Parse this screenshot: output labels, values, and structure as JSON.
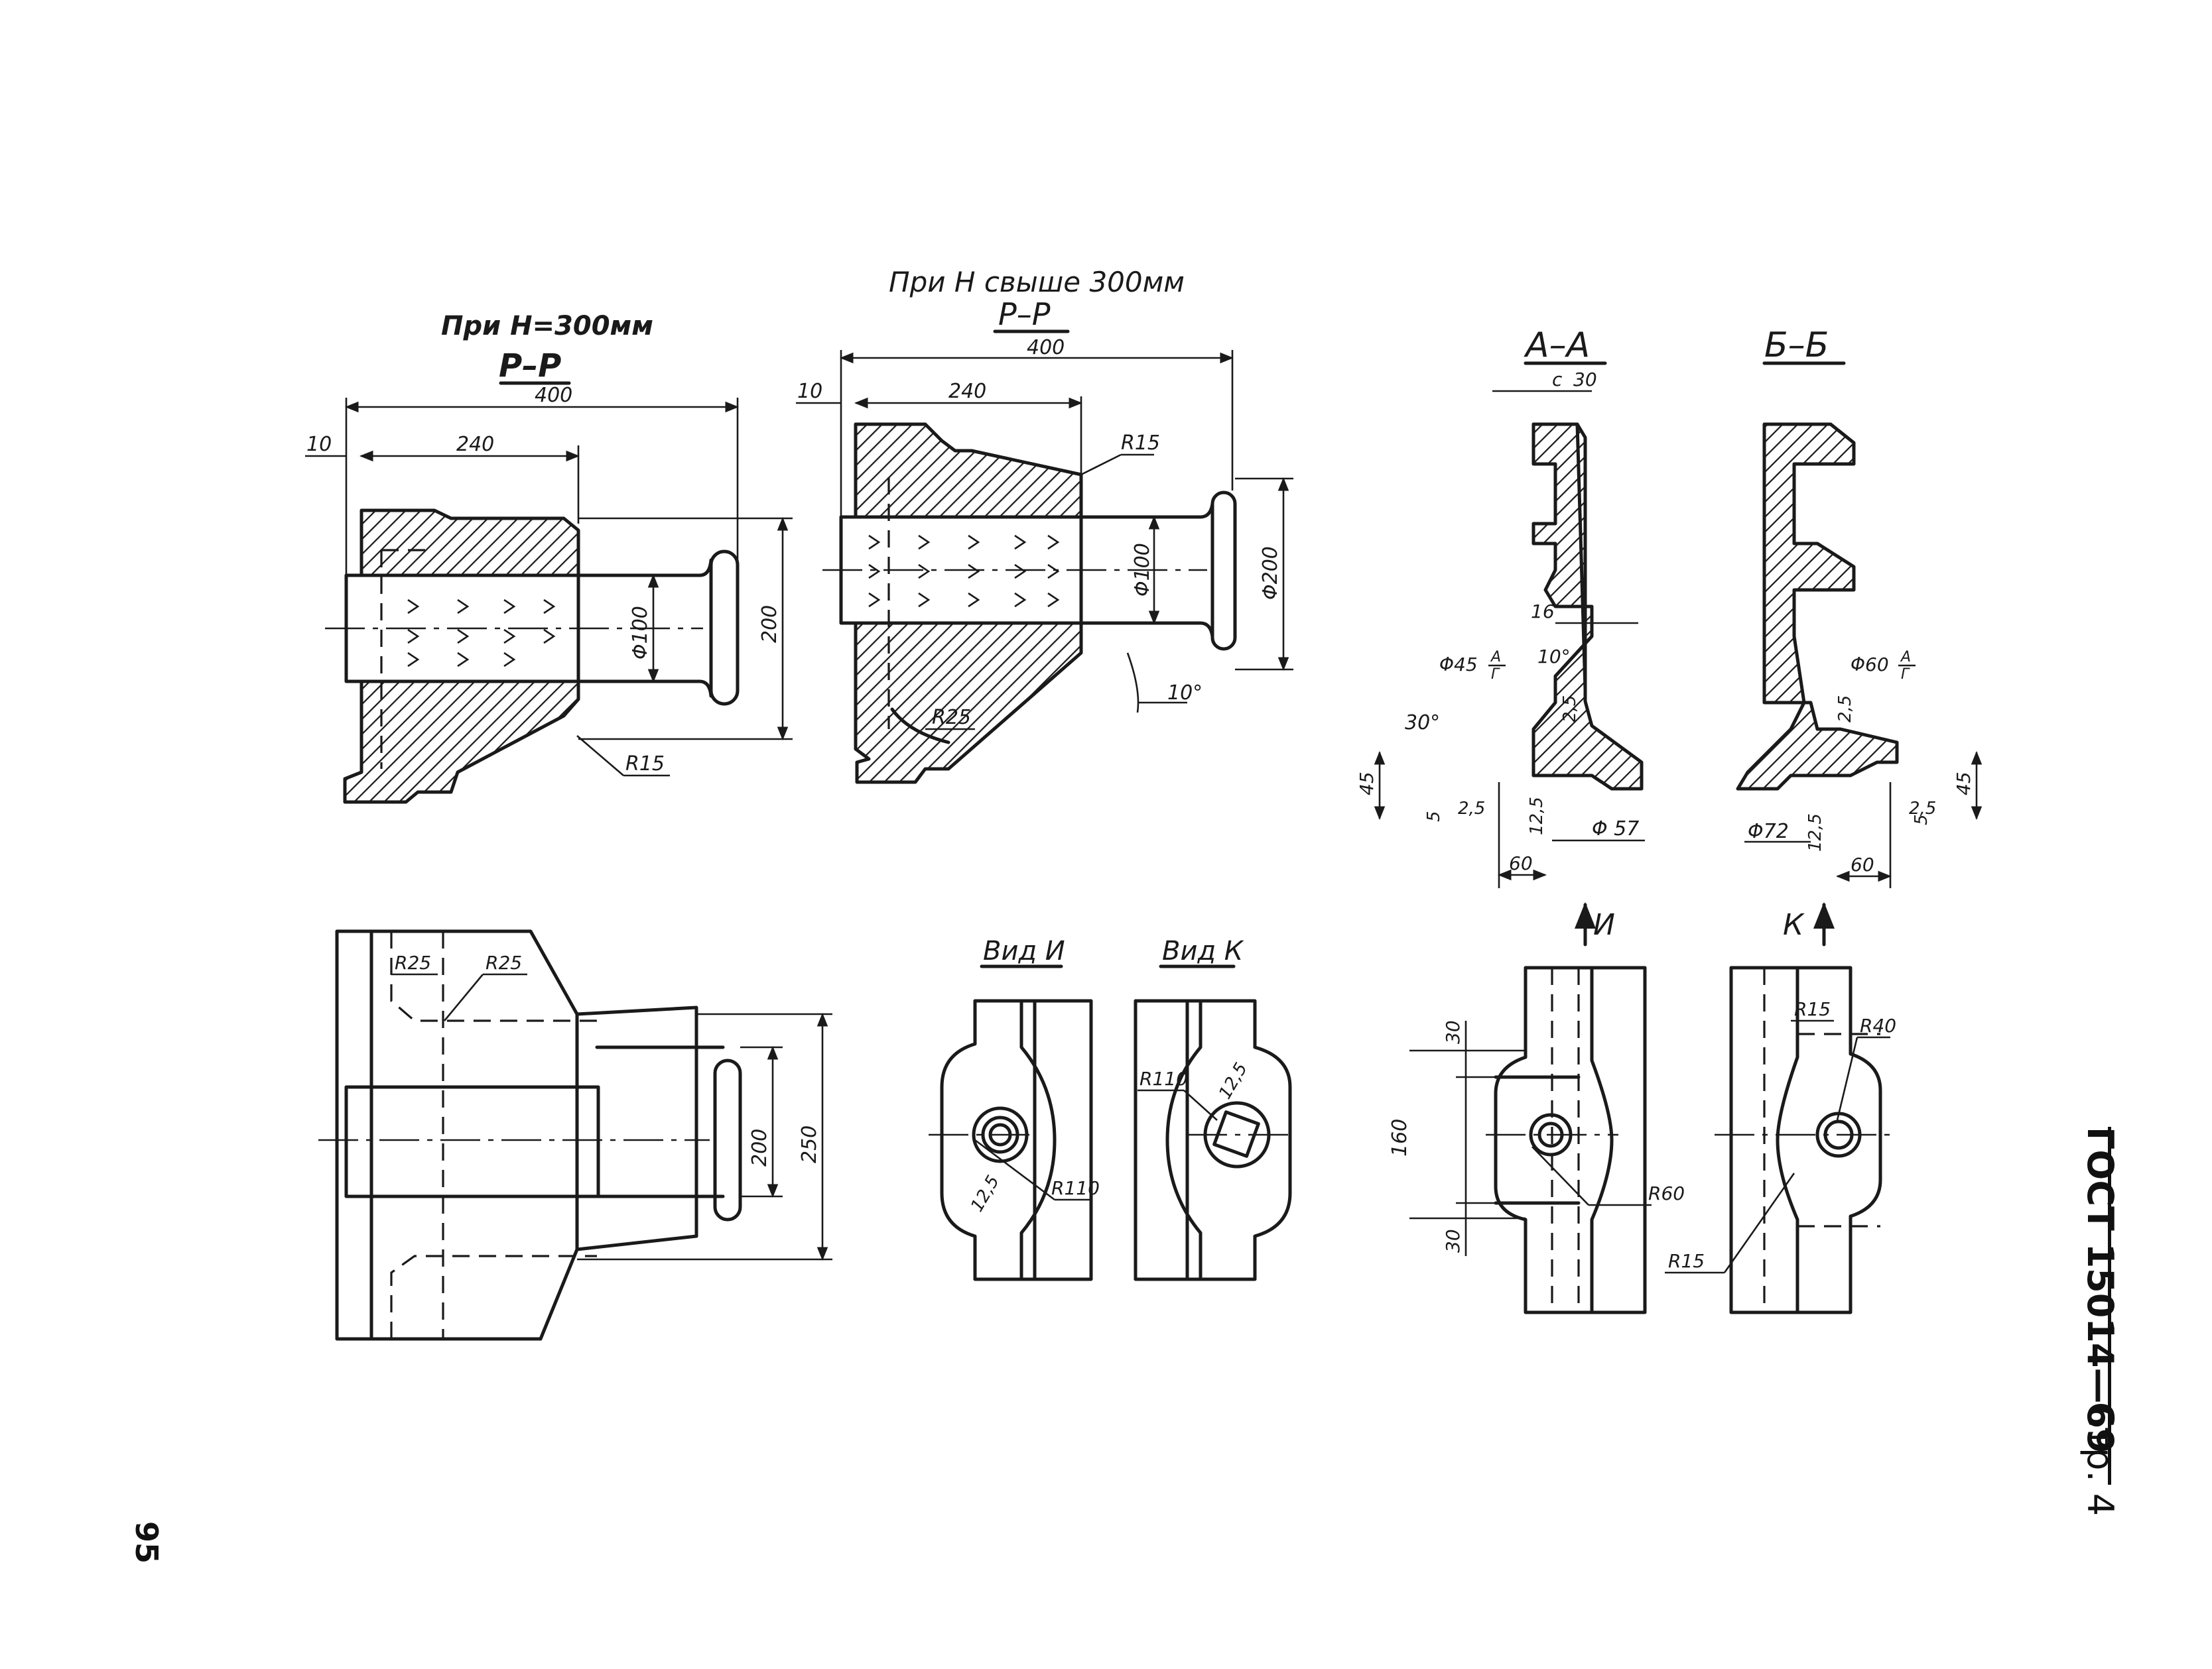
{
  "headings": {
    "left_condition": "При H=300мм",
    "left_section": "Р–Р",
    "mid_condition": "При H свыше 300мм",
    "mid_section": "Р–Р",
    "section_a": "А–А",
    "section_b": "Б–Б",
    "view_i": "Вид И",
    "view_k": "Вид К",
    "arrow_i": "И",
    "arrow_k": "К"
  },
  "dimensions": {
    "d400_left": "400",
    "d240_left": "240",
    "d10_left": "10",
    "phi100_left": "Φ100",
    "d200_left": "200",
    "r15_left": "R15",
    "d400_mid": "400",
    "d240_mid": "240",
    "d10_mid": "10",
    "r15_mid": "R15",
    "phi100_mid": "Φ100",
    "phi200_mid": "Φ200",
    "r25_mid": "R25",
    "angle10_mid": "10°",
    "a_c": "c",
    "a_30": "30",
    "a_16": "16",
    "a_phi45": "Φ45",
    "a_frac_num": "А",
    "a_frac_den": "Г",
    "a_10deg": "10°",
    "a_25": "2,5",
    "a_30deg": "30°",
    "a_45": "45",
    "a_5": "5",
    "a_25b": "2,5",
    "a_125": "12,5",
    "a_phi57": "Φ 57",
    "a_60": "60",
    "b_phi60": "Φ60",
    "b_frac_num": "А",
    "b_frac_den": "Г",
    "b_25": "2,5",
    "b_45": "45",
    "b_25b": "2,5",
    "b_5": "5",
    "b_phi72": "Φ72",
    "b_125": "12,5",
    "b_60": "60",
    "plan_r25a": "R25",
    "plan_r25b": "R25",
    "plan_200": "200",
    "plan_250": "250",
    "vi_125": "12,5",
    "vi_r110": "R110",
    "vk_r110": "R110",
    "vk_125": "12,5",
    "ai_30a": "30",
    "ai_160": "160",
    "ai_30b": "30",
    "ai_r60": "R60",
    "bk_r15a": "R15",
    "bk_r40": "R40",
    "bk_r15b": "R15"
  },
  "standard_label": "ГОСТ 15014—69",
  "page_label": "Стр. 4",
  "page_number": "95"
}
